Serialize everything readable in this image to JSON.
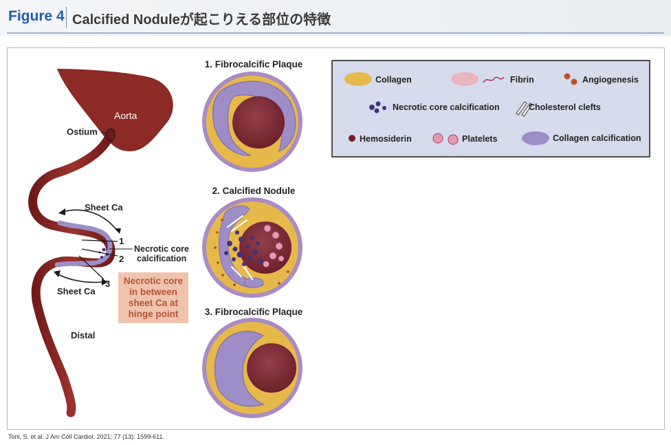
{
  "header": {
    "figure_label": "Figure 4",
    "title": "Calcified Noduleが起こりえる部位の特徴"
  },
  "artery": {
    "aorta_label": "Aorta",
    "ostium_label": "Ostium",
    "sheet_ca_upper": "Sheet Ca",
    "sheet_ca_lower": "Sheet Ca",
    "necrotic_label_line1": "Necrotic core",
    "necrotic_label_line2": "calcification",
    "marker_1": "1",
    "marker_2": "2",
    "marker_3": "3",
    "distal_label": "Distal",
    "note_lines": [
      "Necrotic core",
      "in between",
      "sheet Ca at",
      "hinge point"
    ]
  },
  "panels": [
    {
      "title": "1. Fibrocalcific Plaque"
    },
    {
      "title": "2. Calcified Nodule"
    },
    {
      "title": "3. Fibrocalcific Plaque"
    }
  ],
  "legend": {
    "items": [
      {
        "label": "Collagen",
        "icon": "collagen-swatch",
        "color": "#e7b84a"
      },
      {
        "label": "Fibrin",
        "icon": "fibrin-strand",
        "color": "#b03a6a"
      },
      {
        "label": "Angiogenesis",
        "icon": "angiogenesis-dots",
        "color": "#c0502a"
      },
      {
        "label": "Necrotic core calcification",
        "icon": "necrotic-core-fragments",
        "color": "#43327e"
      },
      {
        "label": "Cholesterol clefts",
        "icon": "cholesterol-clefts",
        "color": "#ffffff"
      },
      {
        "label": "Hemosiderin",
        "icon": "hemosiderin-dot",
        "color": "#7a1a2a"
      },
      {
        "label": "Platelets",
        "icon": "platelets",
        "color": "#e39ab0"
      },
      {
        "label": "Collagen calcification",
        "icon": "collagen-calcification-swatch",
        "color": "#9d8ec7"
      }
    ]
  },
  "colors": {
    "vessel": "#8c2a26",
    "lumen": "#7b2a33",
    "media": "#a98cc4",
    "collagen": "#e7b84a",
    "calcification": "#9d8ec7",
    "legend_bg": "#d6dcec",
    "note_bg": "#efc3ad",
    "note_text": "#b55636",
    "accent_blue": "#1e5fa8"
  },
  "citation": "Torii, S. et al. J Am Coll Cardiol. 2021; 77 (13): 1599-611."
}
